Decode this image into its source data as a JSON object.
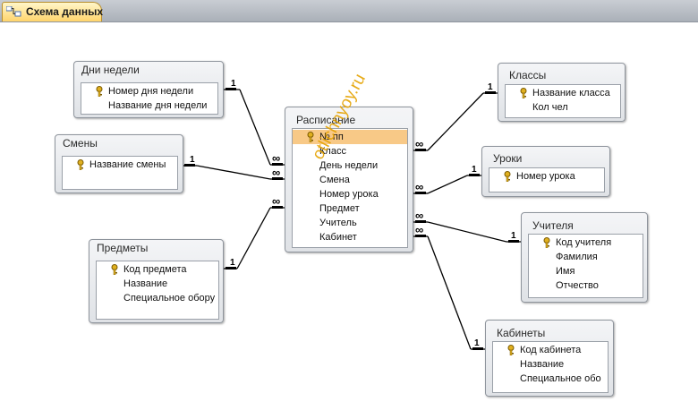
{
  "tab": {
    "label": "Схема данных",
    "icon": "relationships-icon"
  },
  "tables": {
    "dni": {
      "title": "Дни недели",
      "fields": [
        "Номер дня недели",
        "Название дня недели"
      ]
    },
    "smeny": {
      "title": "Смены",
      "fields": [
        "Название смены"
      ]
    },
    "predmety": {
      "title": "Предметы",
      "fields": [
        "Код предмета",
        "Название",
        "Специальное обору"
      ]
    },
    "raspisanie": {
      "title": "Расписание",
      "fields": [
        "№ пп",
        "Класс",
        "День недели",
        "Смена",
        "Номер урока",
        "Предмет",
        "Учитель",
        "Кабинет"
      ]
    },
    "klassy": {
      "title": "Классы",
      "fields": [
        "Название класса",
        "Кол чел"
      ]
    },
    "uroki": {
      "title": "Уроки",
      "fields": [
        "Номер урока"
      ]
    },
    "uchitelya": {
      "title": "Учителя",
      "fields": [
        "Код учителя",
        "Фамилия",
        "Имя",
        "Отчество"
      ]
    },
    "kabinety": {
      "title": "Кабинеты",
      "fields": [
        "Код кабинета",
        "Название",
        "Специальное обо"
      ]
    }
  },
  "cardinality": {
    "one": "1",
    "many": "∞"
  },
  "watermark": "otlichnyoy.ru",
  "colors": {
    "selection": "#f8c987",
    "watermark": "#e5a200",
    "key": "#e0b020"
  }
}
